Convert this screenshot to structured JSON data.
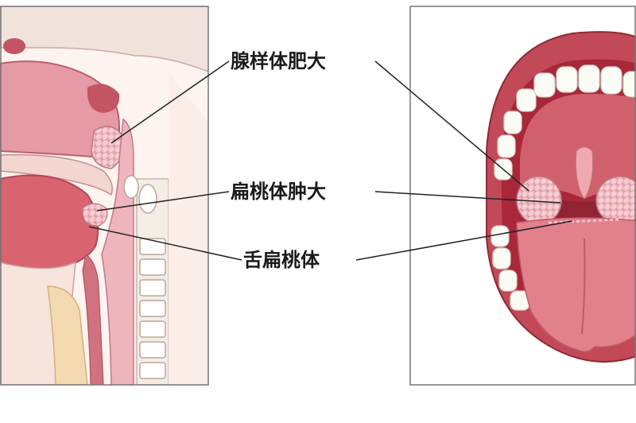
{
  "labels": {
    "adenoid": "腺样体肥大",
    "palatine_tonsil": "扁桃体肿大",
    "lingual_tonsil": "舌扁桃体"
  },
  "colors": {
    "tissue_pink": "#e9a7ae",
    "tissue_dark": "#c75a66",
    "mouth_red": "#a8283a",
    "tongue": "#e2808c",
    "bone": "#f4e8e0",
    "tooth": "#fbfbf6",
    "airway_tan": "#f2d9b0",
    "frame": "#777777",
    "leader_line": "#222222"
  }
}
